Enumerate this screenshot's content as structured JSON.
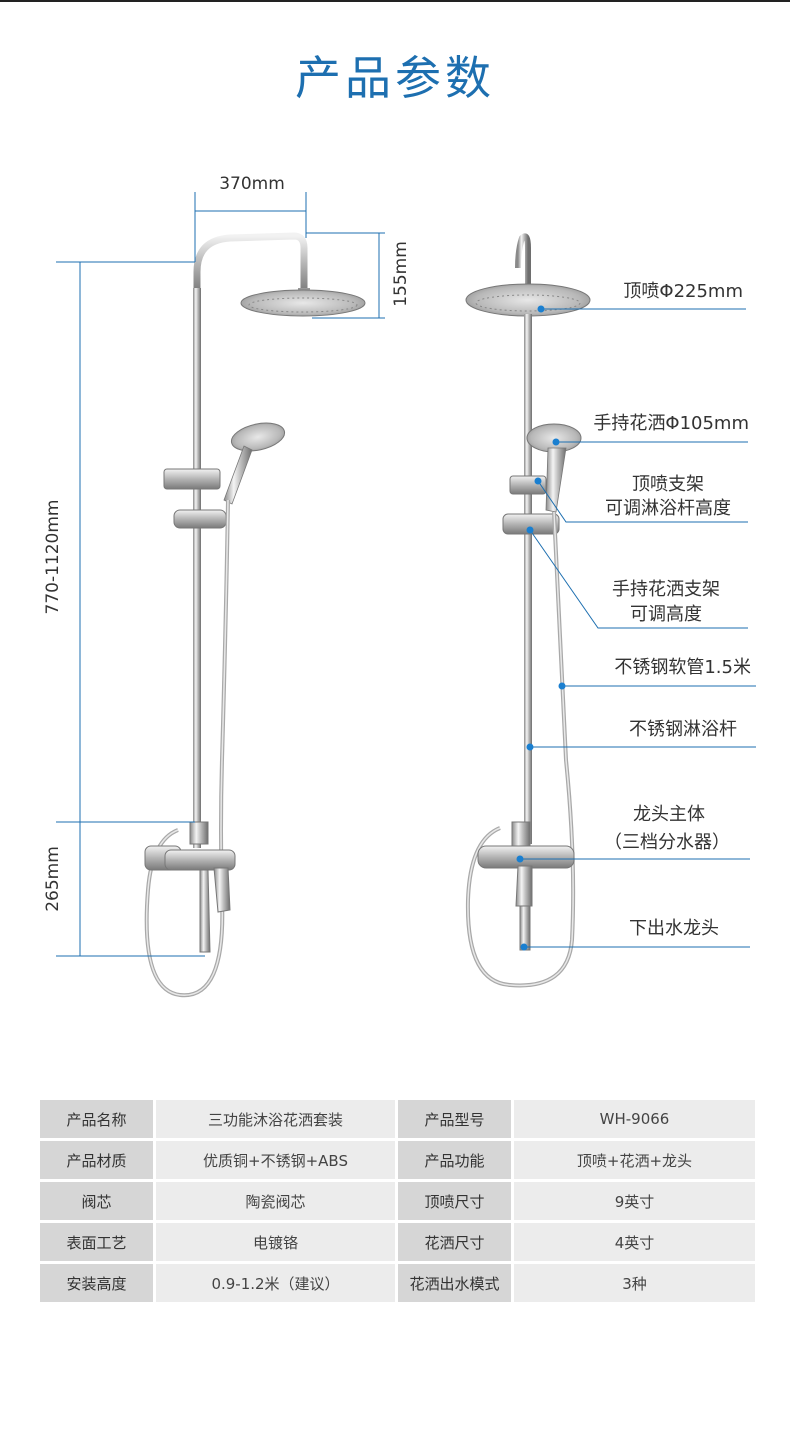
{
  "page": {
    "title": "产品参数"
  },
  "dimensions": {
    "width": "370mm",
    "head_height": "155mm",
    "rail_height": "770-1120mm",
    "mixer_height": "265mm"
  },
  "labels": {
    "top_spray": "顶喷Φ225mm",
    "hand_shower": "手持花洒Φ105mm",
    "top_bracket_1": "顶喷支架",
    "top_bracket_2": "可调淋浴杆高度",
    "hand_bracket_1": "手持花洒支架",
    "hand_bracket_2": "可调高度",
    "hose": "不锈钢软管1.5米",
    "rail": "不锈钢淋浴杆",
    "body_1": "龙头主体",
    "body_2": "（三档分水器）",
    "spout": "下出水龙头"
  },
  "colors": {
    "title": "#1d6fb0",
    "callout_line": "#1d6fb0",
    "callout_dot": "#1a7fd0"
  },
  "specs": {
    "rows": [
      {
        "k1": "产品名称",
        "v1": "三功能沐浴花洒套装",
        "k2": "产品型号",
        "v2": "WH-9066"
      },
      {
        "k1": "产品材质",
        "v1": "优质铜+不锈钢+ABS",
        "k2": "产品功能",
        "v2": "顶喷+花洒+龙头"
      },
      {
        "k1": "阀芯",
        "v1": "陶瓷阀芯",
        "k2": "顶喷尺寸",
        "v2": "9英寸"
      },
      {
        "k1": "表面工艺",
        "v1": "电镀铬",
        "k2": "花洒尺寸",
        "v2": "4英寸"
      },
      {
        "k1": "安装高度",
        "v1": "0.9-1.2米（建议）",
        "k2": "花洒出水模式",
        "v2": "3种"
      }
    ]
  }
}
